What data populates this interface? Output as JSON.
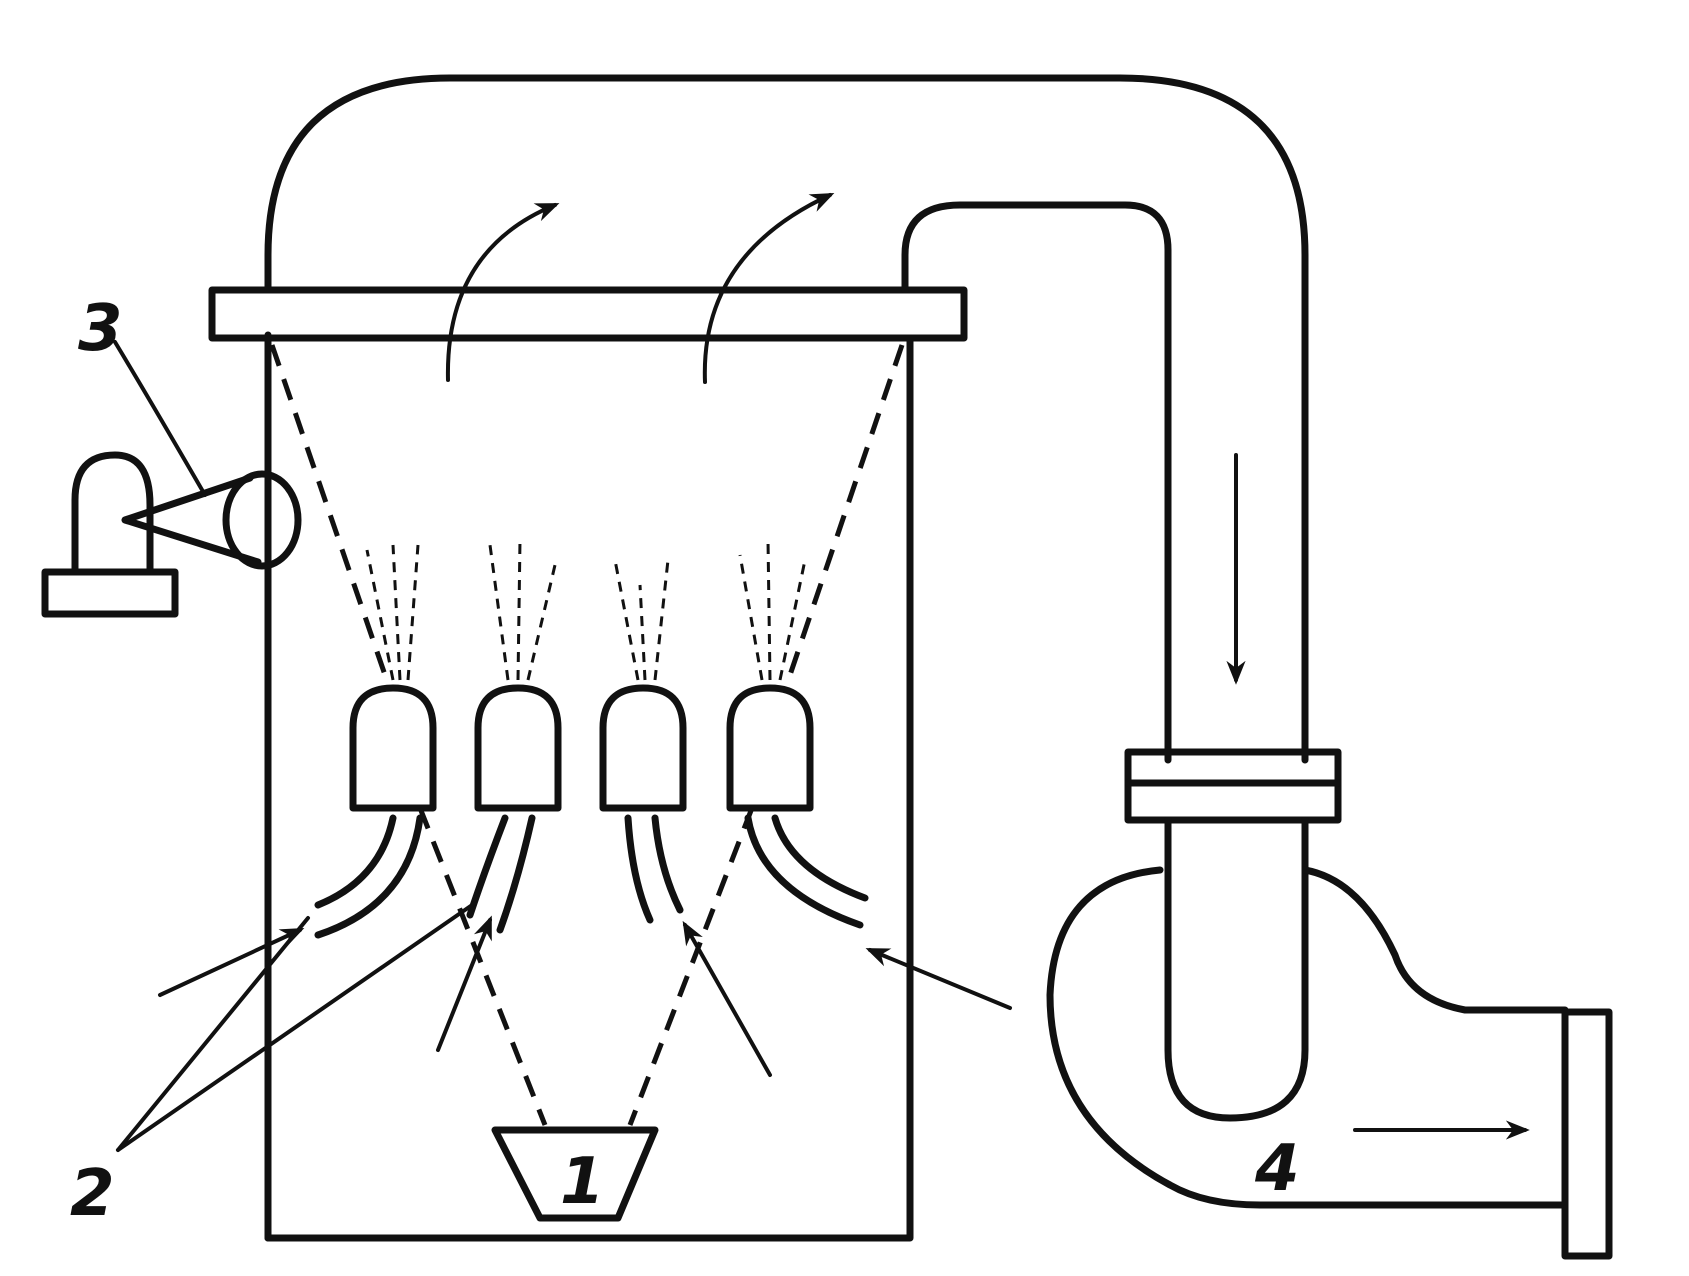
{
  "labels": {
    "item1": "1",
    "item2": "2",
    "item3": "3",
    "item4": "4"
  },
  "colors": {
    "ink": "#111111",
    "background": "#ffffff"
  }
}
